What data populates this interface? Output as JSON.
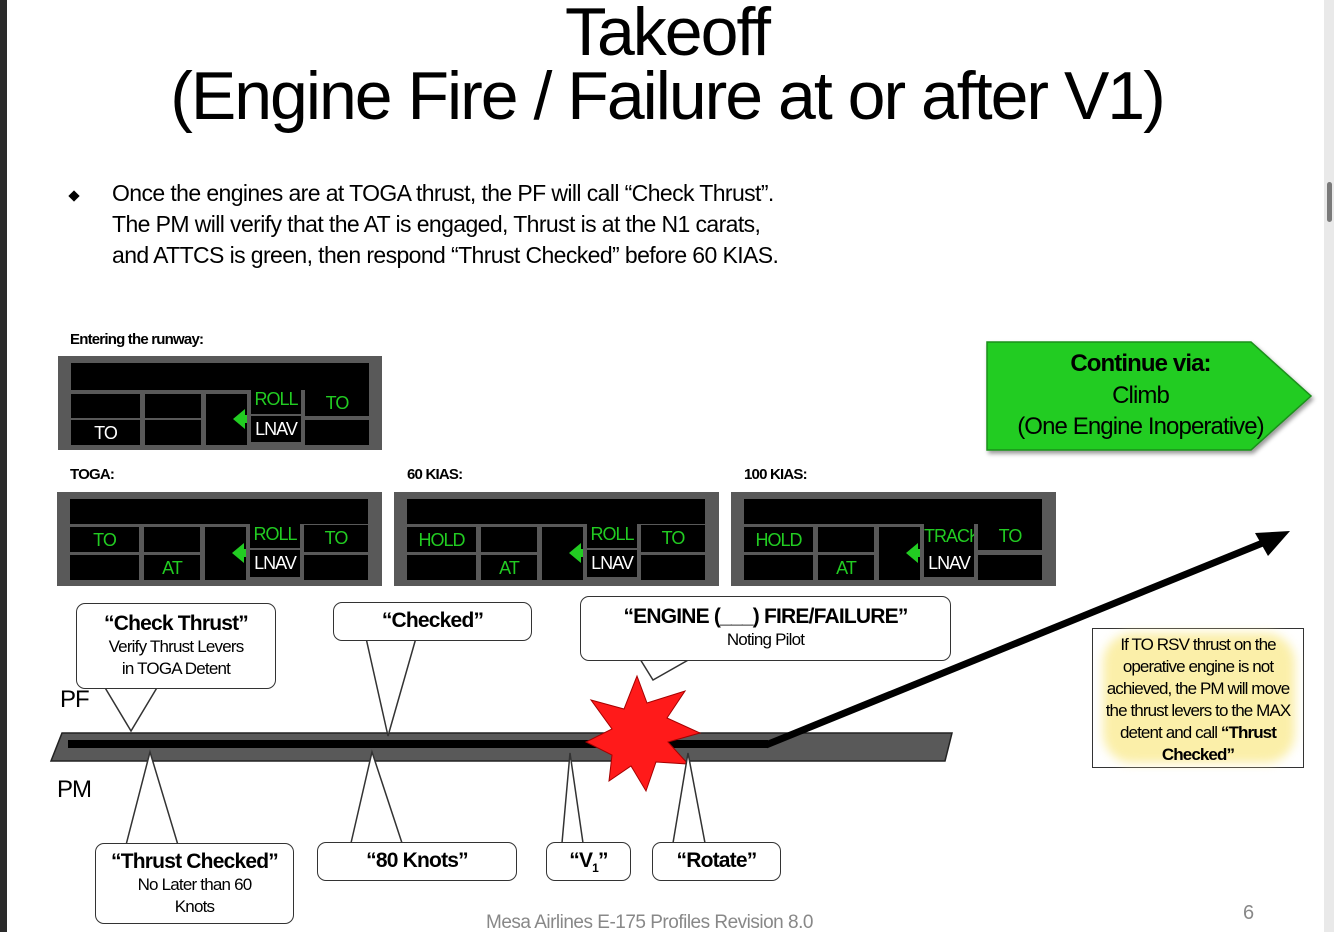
{
  "title": {
    "line1": "Takeoff",
    "line2": "(Engine Fire / Failure at or after V1)"
  },
  "bullet": "Once the engines are at TOGA thrust, the PF will call “Check Thrust”. The PM will verify that the AT is engaged, Thrust is at the N1 carats, and ATTCS is green, then respond “Thrust Checked” before 60 KIAS.",
  "fma": {
    "runway": {
      "label": "Entering the runway:",
      "cells": {
        "a1": "",
        "a2": "TO",
        "b1": "",
        "b2": "",
        "roll": "ROLL",
        "lnav": "LNAV",
        "to": "TO"
      }
    },
    "toga": {
      "label": "TOGA:",
      "cells": {
        "a1": "TO",
        "a2": "",
        "b1": "",
        "b2": "AT",
        "roll": "ROLL",
        "lnav": "LNAV",
        "to": "TO"
      }
    },
    "kias60": {
      "label": "60 KIAS:",
      "cells": {
        "a1": "HOLD",
        "a2": "",
        "b1": "",
        "b2": "AT",
        "roll": "ROLL",
        "lnav": "LNAV",
        "to": "TO"
      }
    },
    "kias100": {
      "label": "100 KIAS:",
      "cells": {
        "a1": "HOLD",
        "a2": "",
        "b1": "",
        "b2": "AT",
        "roll": "TRACK",
        "lnav": "LNAV",
        "to": "TO"
      }
    }
  },
  "continue_box": {
    "heading": "Continue via:",
    "line1": "Climb",
    "line2": "(One Engine Inoperative)",
    "color": "#22cc22"
  },
  "callouts": {
    "check_thrust": {
      "heading": "“Check Thrust”",
      "sub1": "Verify Thrust Levers",
      "sub2": "in TOGA Detent"
    },
    "checked": {
      "heading": "“Checked”"
    },
    "engine_fire": {
      "heading": "“ENGINE (___) FIRE/FAILURE”",
      "sub": "Noting Pilot"
    },
    "thrust_checked": {
      "heading": "“Thrust Checked”",
      "sub1": "No Later than 60",
      "sub2": "Knots"
    },
    "knots80": {
      "heading": "“80 Knots”"
    },
    "v1": {
      "open": "“V",
      "sub": "1",
      "close": "”"
    },
    "rotate": {
      "heading": "“Rotate”"
    }
  },
  "roles": {
    "pf": "PF",
    "pm": "PM"
  },
  "note": {
    "text": "If TO RSV thrust on the operative engine is not achieved, the PM will move the thrust levers to the MAX detent and call ",
    "bold": "“Thrust Checked”"
  },
  "colors": {
    "fma_green": "#22cc22",
    "fire_red": "#ff1a1a",
    "highlight": "#fbefa9"
  },
  "footer": "Mesa Airlines E-175 Profiles Revision 8.0",
  "page_number": "6"
}
